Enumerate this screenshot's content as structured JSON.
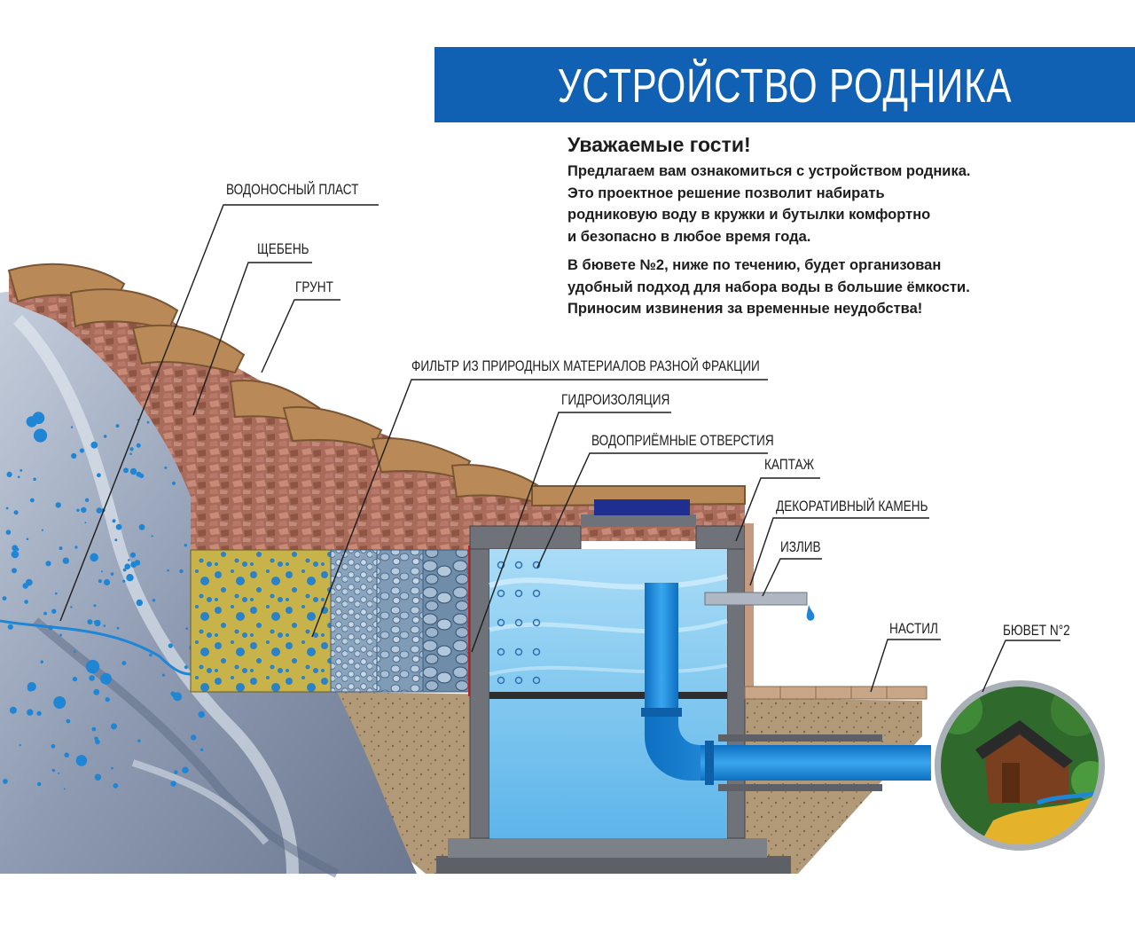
{
  "header": {
    "title": "УСТРОЙСТВО РОДНИКА"
  },
  "intro": {
    "greeting": "Уважаемые гости!",
    "lines": [
      "Предлагаем  вам ознакомиться с устройством родника.",
      "Это проектное решение позволит набирать",
      "родниковую воду в кружки и бутылки комфортно",
      "и безопасно в любое время года."
    ],
    "lines2": [
      "В бювете №2, ниже по течению, будет организован",
      "удобный подход для набора воды в большие ёмкости.",
      "Приносим извинения за временные неудобства!"
    ]
  },
  "labels": {
    "aquifer": "ВОДОНОСНЫЙ ПЛАСТ",
    "gravel": "ЩЕБЕНЬ",
    "soil": "ГРУНТ",
    "filter": "ФИЛЬТР ИЗ ПРИРОДНЫХ МАТЕРИАЛОВ РАЗНОЙ ФРАКЦИИ",
    "waterproofing": "ГИДРОИЗОЛЯЦИЯ",
    "intake_holes": "ВОДОПРИЁМНЫЕ ОТВЕРСТИЯ",
    "kaptazh": "КАПТАЖ",
    "decor_stone": "ДЕКОРАТИВНЫЙ КАМЕНЬ",
    "spout": "ИЗЛИВ",
    "deck": "НАСТИЛ",
    "buvet2": "БЮВЕТ N°2"
  },
  "colors": {
    "banner": "#1060b4",
    "water": "#7ec8f0",
    "pipe": "#1a8fe0",
    "rock": "#8a97ad",
    "soil": "#b5836a",
    "filter_yellow": "#c9b44a",
    "concrete": "#6f7278"
  }
}
